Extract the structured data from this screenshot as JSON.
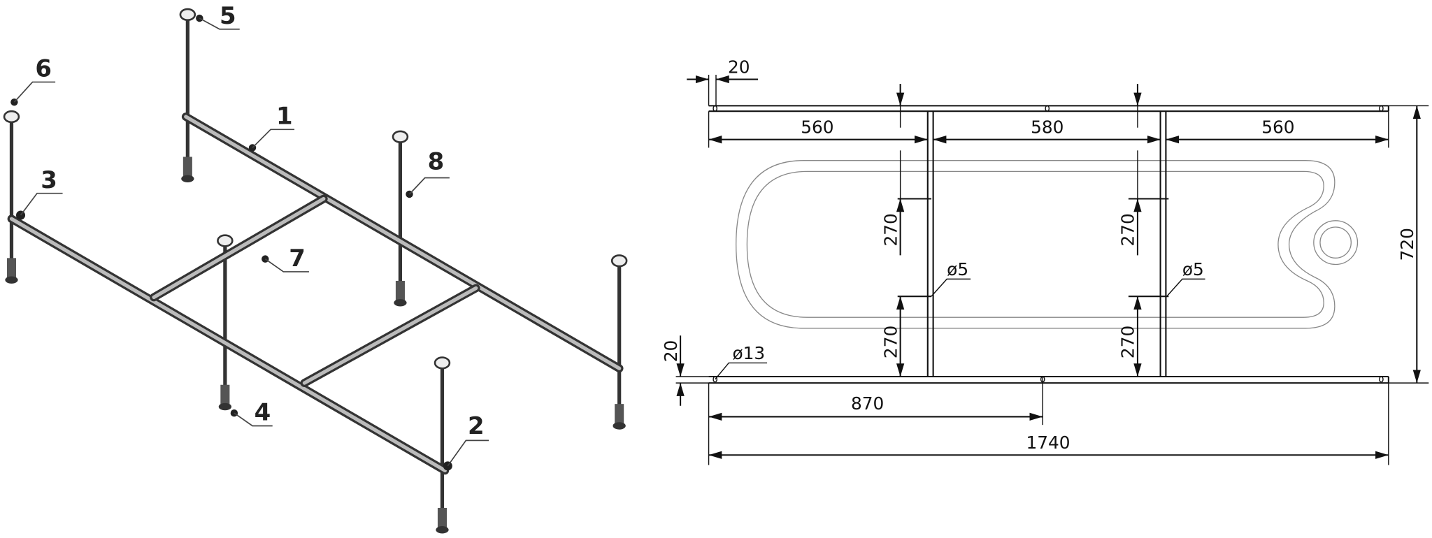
{
  "isometric_view": {
    "part_labels": [
      "1",
      "2",
      "3",
      "4",
      "5",
      "6",
      "7",
      "8"
    ]
  },
  "plan_view": {
    "dimensions": {
      "top_offset": "20",
      "left_section": "560",
      "middle_section": "580",
      "right_section": "560",
      "upper_left_270": "270",
      "lower_left_270": "270",
      "upper_right_270": "270",
      "lower_right_270": "270",
      "hole_left": "ø5",
      "hole_right": "ø5",
      "side_offset": "20",
      "corner_hole": "ø13",
      "half_length": "870",
      "total_length": "1740",
      "total_width": "720"
    }
  }
}
